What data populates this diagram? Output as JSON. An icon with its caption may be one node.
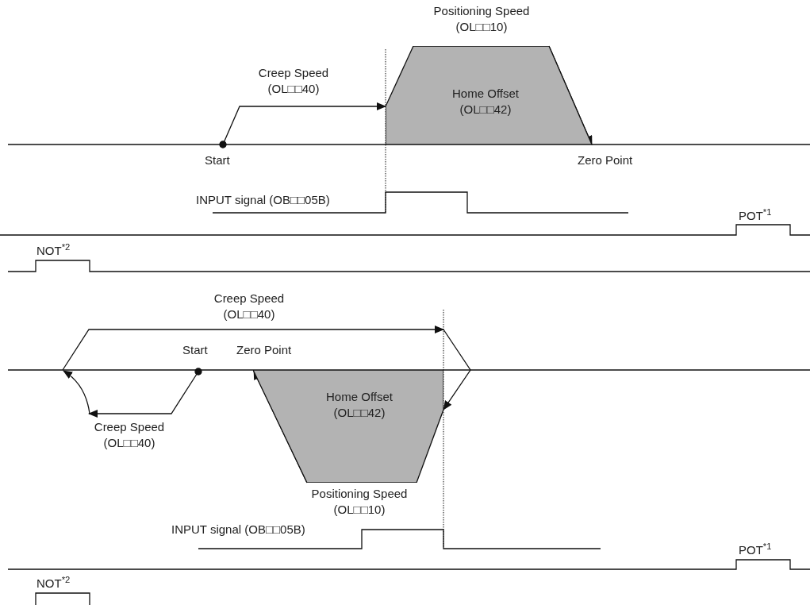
{
  "diagram": {
    "nodes": [
      {
        "text": [
          "Home Offset (OL□□42)"
        ],
        "beside": [
          "Positioning Speed (OL□□10)"
        ]
      },
      {
        "text": [
          "Home Offset (OL□□42)"
        ],
        "beside": [
          "Positioning Speed (OL□□10)"
        ]
      }
    ],
    "labels": [
      "Creep Speed (OL□□40)",
      "Start",
      "Zero Point",
      "INPUT signal (OB□□05B)",
      "POT$^{*1}$",
      "NOT$^{*2}$",
      "Creep Speed (OL□□40)",
      "Start",
      "Zero Point",
      "Creep Speed (OL□□40)",
      "INPUT signal (OB□□05B)",
      "POT$^{*1}$",
      "NOT$^{*2}$"
    ]
  }
}
